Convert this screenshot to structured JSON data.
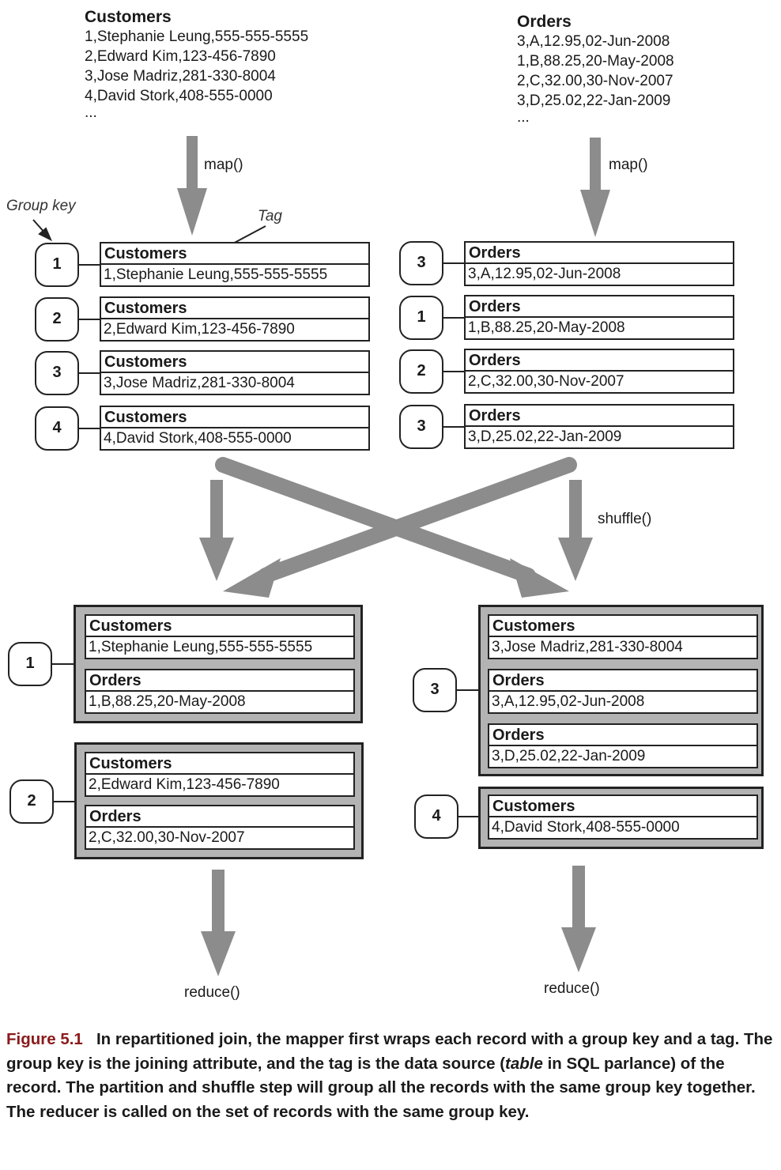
{
  "customers_source": {
    "title": "Customers",
    "lines": [
      "1,Stephanie Leung,555-555-5555",
      "2,Edward Kim,123-456-7890",
      "3,Jose Madriz,281-330-8004",
      "4,David Stork,408-555-0000",
      "..."
    ]
  },
  "orders_source": {
    "title": "Orders",
    "lines": [
      "3,A,12.95,02-Jun-2008",
      "1,B,88.25,20-May-2008",
      "2,C,32.00,30-Nov-2007",
      "3,D,25.02,22-Jan-2009",
      "..."
    ]
  },
  "labels": {
    "map_left": "map()",
    "map_right": "map()",
    "shuffle": "shuffle()",
    "reduce_left": "reduce()",
    "reduce_right": "reduce()",
    "group_key": "Group key",
    "tag": "Tag"
  },
  "mapped_customers": [
    {
      "key": "1",
      "tag": "Customers",
      "value": "1,Stephanie Leung,555-555-5555"
    },
    {
      "key": "2",
      "tag": "Customers",
      "value": "2,Edward Kim,123-456-7890"
    },
    {
      "key": "3",
      "tag": "Customers",
      "value": "3,Jose Madriz,281-330-8004"
    },
    {
      "key": "4",
      "tag": "Customers",
      "value": "4,David Stork,408-555-0000"
    }
  ],
  "mapped_orders": [
    {
      "key": "3",
      "tag": "Orders",
      "value": "3,A,12.95,02-Jun-2008"
    },
    {
      "key": "1",
      "tag": "Orders",
      "value": "1,B,88.25,20-May-2008"
    },
    {
      "key": "2",
      "tag": "Orders",
      "value": "2,C,32.00,30-Nov-2007"
    },
    {
      "key": "3",
      "tag": "Orders",
      "value": "3,D,25.02,22-Jan-2009"
    }
  ],
  "reduce_groups": [
    {
      "key": "1",
      "records": [
        {
          "tag": "Customers",
          "value": "1,Stephanie Leung,555-555-5555"
        },
        {
          "tag": "Orders",
          "value": "1,B,88.25,20-May-2008"
        }
      ]
    },
    {
      "key": "2",
      "records": [
        {
          "tag": "Customers",
          "value": "2,Edward Kim,123-456-7890"
        },
        {
          "tag": "Orders",
          "value": "2,C,32.00,30-Nov-2007"
        }
      ]
    },
    {
      "key": "3",
      "records": [
        {
          "tag": "Customers",
          "value": "3,Jose Madriz,281-330-8004"
        },
        {
          "tag": "Orders",
          "value": "3,A,12.95,02-Jun-2008"
        },
        {
          "tag": "Orders",
          "value": "3,D,25.02,22-Jan-2009"
        }
      ]
    },
    {
      "key": "4",
      "records": [
        {
          "tag": "Customers",
          "value": "4,David Stork,408-555-0000"
        }
      ]
    }
  ],
  "caption": {
    "figure": "Figure 5.1",
    "text_1": "In repartitioned join, the mapper first wraps each record with a group key and a tag. The group key is the joining attribute, and the tag is the data source (",
    "italic": "table",
    "text_2": " in SQL parlance) of the record. The partition and shuffle step will group all the records with the same group key together. The reducer is called on the set of records with the same group key."
  },
  "colors": {
    "arrow": "#8c8c8c",
    "group_fill": "#b3b3b3",
    "figure_label": "#8b1a1a"
  }
}
